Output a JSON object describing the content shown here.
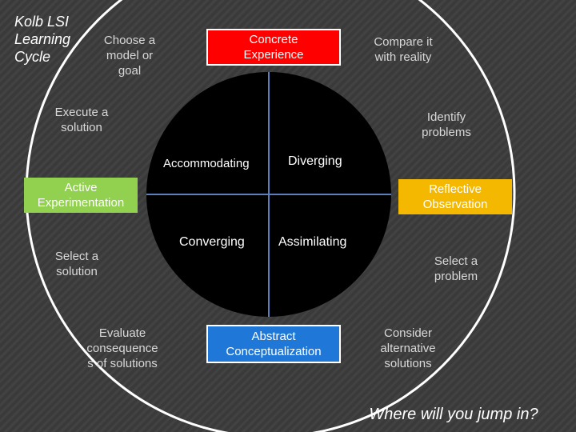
{
  "title": "Kolb LSI\nLearning\nCycle",
  "footer": "Where will you jump in?",
  "modes": {
    "concrete": "Concrete\nExperience",
    "reflective": "Reflective\nObservation",
    "abstract": "Abstract\nConceptualization",
    "active": "Active\nExperimentation"
  },
  "styles": {
    "accommodating": "Accommodating",
    "diverging": "Diverging",
    "converging": "Converging",
    "assimilating": "Assimilating"
  },
  "steps": {
    "choose_model": "Choose a\nmodel or\ngoal",
    "compare_reality": "Compare it\nwith reality",
    "identify_problems": "Identify\nproblems",
    "select_problem": "Select a\nproblem",
    "consider_alternatives": "Consider\nalternative\nsolutions",
    "evaluate_consequences": "Evaluate\nconsequence\ns of solutions",
    "select_solution": "Select a\nsolution",
    "execute_solution": "Execute a\nsolution"
  },
  "colors": {
    "concrete_fill": "#ff0000",
    "reflective_fill": "#f5b800",
    "abstract_fill": "#1f78d8",
    "active_fill": "#92d050",
    "ring_stroke": "#ffffff",
    "disc_fill": "#000000",
    "axis_stroke": "#5b7fbd"
  }
}
